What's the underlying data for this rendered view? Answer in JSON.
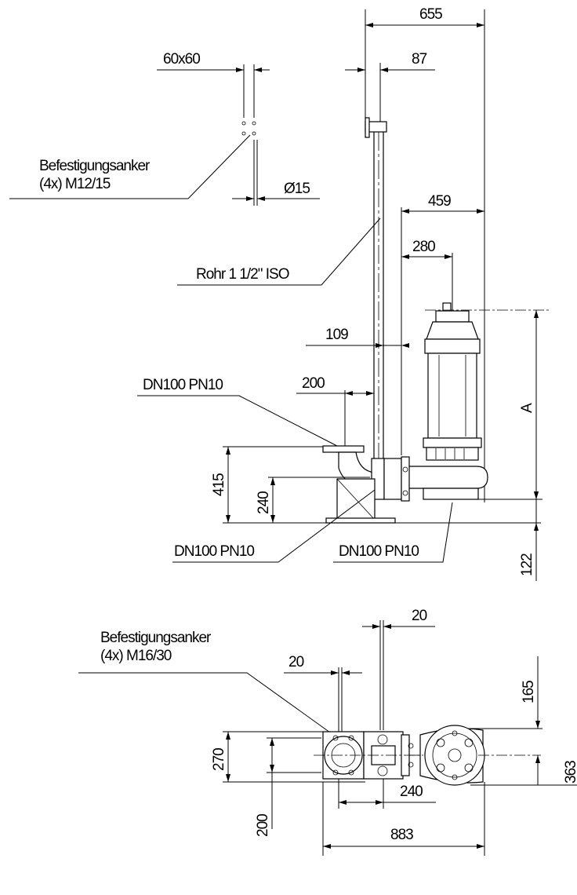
{
  "elevation_view": {
    "dims": {
      "d655": "655",
      "d87": "87",
      "d60x60": "60x60",
      "d15": "Ø15",
      "d459": "459",
      "d280": "280",
      "d109": "109",
      "d200": "200",
      "d415": "415",
      "d240": "240",
      "dA": "A",
      "d122": "122"
    },
    "labels": {
      "anchor_title": "Befestigungsanker",
      "anchor_spec": "(4x) M12/15",
      "pipe": "Rohr 1 1/2\" ISO",
      "flange_top": "DN100 PN10",
      "flange_left": "DN100 PN10",
      "flange_right": "DN100 PN10"
    }
  },
  "plan_view": {
    "dims": {
      "d20_top": "20",
      "d20_left": "20",
      "d165": "165",
      "d270": "270",
      "d200": "200",
      "d363": "363",
      "d240": "240",
      "d883": "883"
    },
    "labels": {
      "anchor_title": "Befestigungsanker",
      "anchor_spec": "(4x) M16/30"
    }
  }
}
